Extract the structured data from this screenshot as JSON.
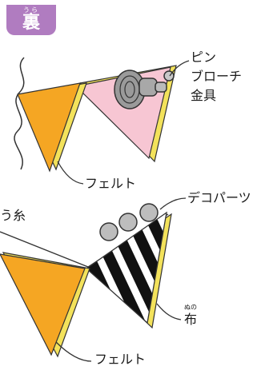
{
  "badge": {
    "ruby": "うら",
    "kanji": "裏"
  },
  "top_labels": {
    "pin_line1": "ピン",
    "pin_line2": "ブローチ",
    "pin_line3": "金具",
    "felt": "フェルト"
  },
  "bottom_labels": {
    "deco": "デコパーツ",
    "thread": "う糸",
    "cloth_ruby": "ぬの",
    "cloth": "布",
    "felt": "フェルト"
  },
  "colors": {
    "badge": "#b07cc0",
    "felt_orange": "#f5a623",
    "pink": "#f7c6d3",
    "yellow_edge": "#f3e25b"
  }
}
